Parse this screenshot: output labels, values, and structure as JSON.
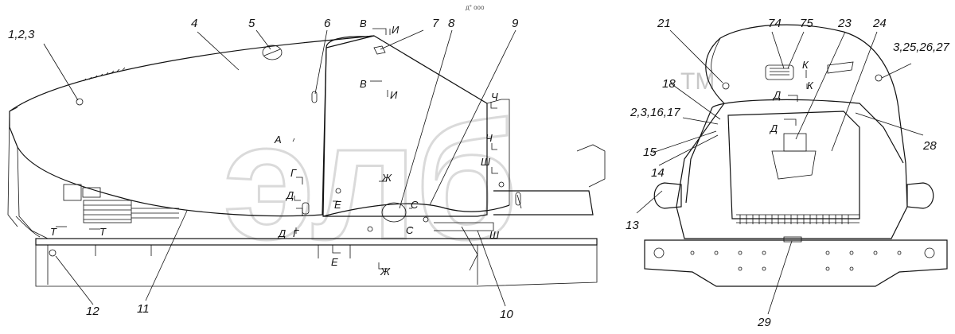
{
  "watermark": {
    "text": "элб",
    "tm": "TM"
  },
  "top_mark": "д° ооо",
  "callouts": [
    "1,2,3",
    "4",
    "5",
    "6",
    "7",
    "8",
    "9",
    "10",
    "11",
    "12",
    "21",
    "74",
    "75",
    "23",
    "24",
    "3,25,26,27",
    "18",
    "2,3,16,17",
    "15",
    "14",
    "13",
    "28",
    "29"
  ],
  "sections": [
    "В",
    "И",
    "В",
    "И",
    "Ч",
    "Ч",
    "Ш",
    "Ш",
    "А",
    "Г",
    "Г",
    "Д",
    "Д",
    "Е",
    "Е",
    "Ж",
    "Ж",
    "С",
    "С",
    "Т",
    "Т",
    "К",
    "К",
    "Д",
    "Д"
  ]
}
